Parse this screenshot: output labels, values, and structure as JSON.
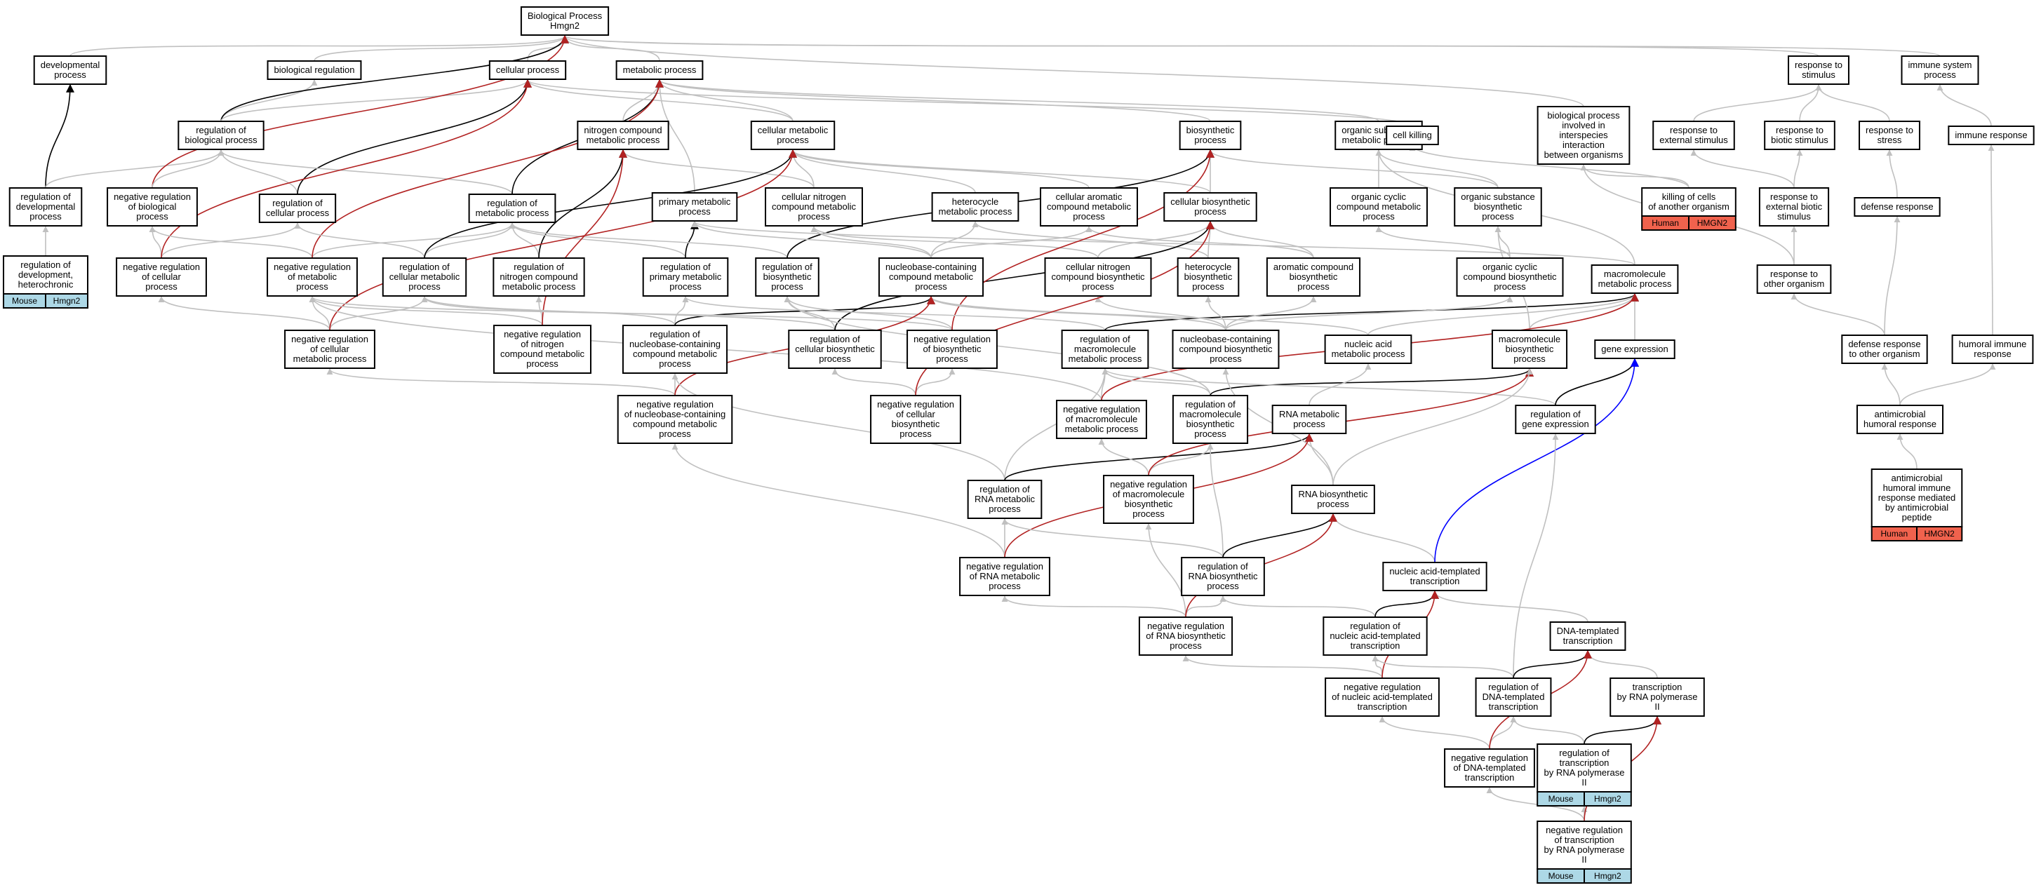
{
  "colors": {
    "gray": "#c0c0c0",
    "black": "#000000",
    "red": "#b22222",
    "blue": "#0000ff",
    "mouse_badge": "#add8e6",
    "human_badge": "#f0624d"
  },
  "nodes": {
    "bp": {
      "lines": [
        "Biological Process",
        "Hmgn2"
      ]
    },
    "dev": {
      "lines": [
        "developmental",
        "process"
      ]
    },
    "bioreg": {
      "lines": [
        "biological regulation"
      ]
    },
    "cellproc": {
      "lines": [
        "cellular process"
      ]
    },
    "metab": {
      "lines": [
        "metabolic process"
      ]
    },
    "resp": {
      "lines": [
        "response to",
        "stimulus"
      ]
    },
    "immsys": {
      "lines": [
        "immune system",
        "process"
      ]
    },
    "regbio": {
      "lines": [
        "regulation of",
        "biological process"
      ]
    },
    "ncmp": {
      "lines": [
        "nitrogen compound",
        "metabolic process"
      ]
    },
    "cmp": {
      "lines": [
        "cellular metabolic",
        "process"
      ]
    },
    "biosyn": {
      "lines": [
        "biosynthetic",
        "process"
      ]
    },
    "osmp": {
      "lines": [
        "organic substance",
        "metabolic process"
      ]
    },
    "cellkill": {
      "lines": [
        "cell killing"
      ]
    },
    "interspec": {
      "lines": [
        "biological process",
        "involved in",
        "interspecies",
        "interaction",
        "between organisms"
      ]
    },
    "respext": {
      "lines": [
        "response to",
        "external stimulus"
      ]
    },
    "respbio": {
      "lines": [
        "response to",
        "biotic stimulus"
      ]
    },
    "respstress": {
      "lines": [
        "response to",
        "stress"
      ]
    },
    "immresp": {
      "lines": [
        "immune response"
      ]
    },
    "regdev": {
      "lines": [
        "regulation of",
        "developmental",
        "process"
      ]
    },
    "negregbio": {
      "lines": [
        "negative regulation",
        "of biological",
        "process"
      ]
    },
    "regcell": {
      "lines": [
        "regulation of",
        "cellular process"
      ]
    },
    "regmet": {
      "lines": [
        "regulation of",
        "metabolic process"
      ]
    },
    "pmp": {
      "lines": [
        "primary metabolic",
        "process"
      ]
    },
    "cncmp": {
      "lines": [
        "cellular nitrogen",
        "compound metabolic",
        "process"
      ]
    },
    "hmp": {
      "lines": [
        "heterocycle",
        "metabolic process"
      ]
    },
    "cacmp": {
      "lines": [
        "cellular aromatic",
        "compound metabolic",
        "process"
      ]
    },
    "cbp": {
      "lines": [
        "cellular biosynthetic",
        "process"
      ]
    },
    "occmp": {
      "lines": [
        "organic cyclic",
        "compound metabolic",
        "process"
      ]
    },
    "osbp": {
      "lines": [
        "organic substance",
        "biosynthetic",
        "process"
      ]
    },
    "killcells": {
      "lines": [
        "killing of cells",
        "of another organism"
      ],
      "badge": [
        "Human",
        "HMGN2"
      ],
      "badge_kind": "human"
    },
    "respextbio": {
      "lines": [
        "response to",
        "external biotic",
        "stimulus"
      ]
    },
    "defresp": {
      "lines": [
        "defense response"
      ]
    },
    "regdevhet": {
      "lines": [
        "regulation of",
        "development,",
        "heterochronic"
      ],
      "badge": [
        "Mouse",
        "Hmgn2"
      ],
      "badge_kind": "mouse"
    },
    "negregcell": {
      "lines": [
        "negative regulation",
        "of cellular",
        "process"
      ]
    },
    "negregmet": {
      "lines": [
        "negative regulation",
        "of metabolic",
        "process"
      ]
    },
    "regcellmet": {
      "lines": [
        "regulation of",
        "cellular metabolic",
        "process"
      ]
    },
    "regncmp": {
      "lines": [
        "regulation of",
        "nitrogen compound",
        "metabolic process"
      ]
    },
    "regpmp": {
      "lines": [
        "regulation of",
        "primary metabolic",
        "process"
      ]
    },
    "regbiosyn": {
      "lines": [
        "regulation of",
        "biosynthetic",
        "process"
      ]
    },
    "nbcmp": {
      "lines": [
        "nucleobase-containing",
        "compound metabolic",
        "process"
      ]
    },
    "cncbp": {
      "lines": [
        "cellular nitrogen",
        "compound biosynthetic",
        "process"
      ]
    },
    "hbp": {
      "lines": [
        "heterocycle",
        "biosynthetic",
        "process"
      ]
    },
    "acbp": {
      "lines": [
        "aromatic compound",
        "biosynthetic",
        "process"
      ]
    },
    "occbp": {
      "lines": [
        "organic cyclic",
        "compound biosynthetic",
        "process"
      ]
    },
    "macmp": {
      "lines": [
        "macromolecule",
        "metabolic process"
      ]
    },
    "respother": {
      "lines": [
        "response to",
        "other organism"
      ]
    },
    "negregcellmet": {
      "lines": [
        "negative regulation",
        "of cellular",
        "metabolic process"
      ]
    },
    "negregncmp": {
      "lines": [
        "negative regulation",
        "of nitrogen",
        "compound metabolic",
        "process"
      ]
    },
    "regnbcmp": {
      "lines": [
        "regulation of",
        "nucleobase-containing",
        "compound metabolic",
        "process"
      ]
    },
    "regcbp": {
      "lines": [
        "regulation of",
        "cellular biosynthetic",
        "process"
      ]
    },
    "negregbiosyn": {
      "lines": [
        "negative regulation",
        "of biosynthetic",
        "process"
      ]
    },
    "regmacmp": {
      "lines": [
        "regulation of",
        "macromolecule",
        "metabolic process"
      ]
    },
    "nbcbp": {
      "lines": [
        "nucleobase-containing",
        "compound biosynthetic",
        "process"
      ]
    },
    "namp": {
      "lines": [
        "nucleic acid",
        "metabolic process"
      ]
    },
    "mbp": {
      "lines": [
        "macromolecule",
        "biosynthetic",
        "process"
      ]
    },
    "geneexp": {
      "lines": [
        "gene expression"
      ]
    },
    "defother": {
      "lines": [
        "defense response",
        "to other organism"
      ]
    },
    "humoral": {
      "lines": [
        "humoral immune",
        "response"
      ]
    },
    "negregnbcmp": {
      "lines": [
        "negative regulation",
        "of nucleobase-containing",
        "compound metabolic",
        "process"
      ]
    },
    "negregcbp": {
      "lines": [
        "negative regulation",
        "of cellular",
        "biosynthetic",
        "process"
      ]
    },
    "negregmacmp": {
      "lines": [
        "negative regulation",
        "of macromolecule",
        "metabolic process"
      ]
    },
    "regmbp": {
      "lines": [
        "regulation of",
        "macromolecule",
        "biosynthetic",
        "process"
      ]
    },
    "rnamp": {
      "lines": [
        "RNA metabolic",
        "process"
      ]
    },
    "reggeneexp": {
      "lines": [
        "regulation of",
        "gene expression"
      ]
    },
    "antimicro": {
      "lines": [
        "antimicrobial",
        "humoral response"
      ]
    },
    "regrnamp": {
      "lines": [
        "regulation of",
        "RNA metabolic",
        "process"
      ]
    },
    "negregmbp": {
      "lines": [
        "negative regulation",
        "of macromolecule",
        "biosynthetic",
        "process"
      ]
    },
    "rnabp": {
      "lines": [
        "RNA biosynthetic",
        "process"
      ]
    },
    "antimicropep": {
      "lines": [
        "antimicrobial",
        "humoral immune",
        "response mediated",
        "by antimicrobial",
        "peptide"
      ],
      "badge": [
        "Human",
        "HMGN2"
      ],
      "badge_kind": "human"
    },
    "negregrnamp": {
      "lines": [
        "negative regulation",
        "of RNA metabolic",
        "process"
      ]
    },
    "regrnabp": {
      "lines": [
        "regulation of",
        "RNA biosynthetic",
        "process"
      ]
    },
    "natt": {
      "lines": [
        "nucleic acid-templated",
        "transcription"
      ]
    },
    "negregrnabp": {
      "lines": [
        "negative regulation",
        "of RNA biosynthetic",
        "process"
      ]
    },
    "regnatt": {
      "lines": [
        "regulation of",
        "nucleic acid-templated",
        "transcription"
      ]
    },
    "dtt": {
      "lines": [
        "DNA-templated",
        "transcription"
      ]
    },
    "negregnatt": {
      "lines": [
        "negative regulation",
        "of nucleic acid-templated",
        "transcription"
      ]
    },
    "regdtt": {
      "lines": [
        "regulation of",
        "DNA-templated",
        "transcription"
      ]
    },
    "trnap2": {
      "lines": [
        "transcription",
        "by RNA polymerase",
        "II"
      ]
    },
    "negregdtt": {
      "lines": [
        "negative regulation",
        "of DNA-templated",
        "transcription"
      ]
    },
    "regtrnap2": {
      "lines": [
        "regulation of",
        "transcription",
        "by RNA polymerase",
        "II"
      ],
      "badge": [
        "Mouse",
        "Hmgn2"
      ],
      "badge_kind": "mouse"
    },
    "negregtrnap2": {
      "lines": [
        "negative regulation",
        "of transcription",
        "by RNA polymerase",
        "II"
      ],
      "badge": [
        "Mouse",
        "Hmgn2"
      ],
      "badge_kind": "mouse"
    }
  },
  "edges": [
    [
      "dev",
      "bp",
      "gray"
    ],
    [
      "bioreg",
      "bp",
      "gray"
    ],
    [
      "cellproc",
      "bp",
      "gray"
    ],
    [
      "metab",
      "bp",
      "gray"
    ],
    [
      "resp",
      "bp",
      "gray"
    ],
    [
      "immsys",
      "bp",
      "gray"
    ],
    [
      "regbio",
      "bioreg",
      "gray"
    ],
    [
      "regbio",
      "bp",
      "black"
    ],
    [
      "regbio",
      "cellproc",
      "gray"
    ],
    [
      "ncmp",
      "metab",
      "gray"
    ],
    [
      "cmp",
      "metab",
      "gray"
    ],
    [
      "cmp",
      "cellproc",
      "gray"
    ],
    [
      "biosyn",
      "metab",
      "gray"
    ],
    [
      "osmp",
      "metab",
      "gray"
    ],
    [
      "cellkill",
      "cellproc",
      "gray"
    ],
    [
      "interspec",
      "bp",
      "gray"
    ],
    [
      "respext",
      "resp",
      "gray"
    ],
    [
      "respbio",
      "resp",
      "gray"
    ],
    [
      "respstress",
      "resp",
      "gray"
    ],
    [
      "immresp",
      "immsys",
      "gray"
    ],
    [
      "regdev",
      "dev",
      "black"
    ],
    [
      "regdev",
      "regbio",
      "gray"
    ],
    [
      "negregbio",
      "bp",
      "red"
    ],
    [
      "negregbio",
      "regbio",
      "gray"
    ],
    [
      "regcell",
      "regbio",
      "gray"
    ],
    [
      "regcell",
      "cellproc",
      "black"
    ],
    [
      "regmet",
      "regbio",
      "gray"
    ],
    [
      "regmet",
      "metab",
      "black"
    ],
    [
      "pmp",
      "metab",
      "gray"
    ],
    [
      "cncmp",
      "ncmp",
      "gray"
    ],
    [
      "cncmp",
      "cmp",
      "gray"
    ],
    [
      "hmp",
      "cmp",
      "gray"
    ],
    [
      "cacmp",
      "cmp",
      "gray"
    ],
    [
      "cbp",
      "biosyn",
      "gray"
    ],
    [
      "cbp",
      "cmp",
      "gray"
    ],
    [
      "occmp",
      "osmp",
      "gray"
    ],
    [
      "osbp",
      "osmp",
      "gray"
    ],
    [
      "osbp",
      "biosyn",
      "gray"
    ],
    [
      "killcells",
      "cellkill",
      "gray"
    ],
    [
      "killcells",
      "interspec",
      "gray"
    ],
    [
      "respextbio",
      "respext",
      "gray"
    ],
    [
      "respextbio",
      "respbio",
      "gray"
    ],
    [
      "defresp",
      "respstress",
      "gray"
    ],
    [
      "regdevhet",
      "regdev",
      "gray"
    ],
    [
      "negregcell",
      "regcell",
      "gray"
    ],
    [
      "negregcell",
      "negregbio",
      "gray"
    ],
    [
      "negregcell",
      "cellproc",
      "red"
    ],
    [
      "negregmet",
      "regmet",
      "gray"
    ],
    [
      "negregmet",
      "negregbio",
      "gray"
    ],
    [
      "negregmet",
      "metab",
      "red"
    ],
    [
      "regcellmet",
      "regmet",
      "gray"
    ],
    [
      "regcellmet",
      "regcell",
      "gray"
    ],
    [
      "regcellmet",
      "cmp",
      "black"
    ],
    [
      "regncmp",
      "regmet",
      "gray"
    ],
    [
      "regncmp",
      "ncmp",
      "black"
    ],
    [
      "regpmp",
      "regmet",
      "gray"
    ],
    [
      "regpmp",
      "pmp",
      "black"
    ],
    [
      "regbiosyn",
      "regmet",
      "gray"
    ],
    [
      "regbiosyn",
      "biosyn",
      "black"
    ],
    [
      "nbcmp",
      "cncmp",
      "gray"
    ],
    [
      "nbcmp",
      "hmp",
      "gray"
    ],
    [
      "nbcmp",
      "cacmp",
      "gray"
    ],
    [
      "nbcmp",
      "pmp",
      "gray"
    ],
    [
      "cncbp",
      "cbp",
      "gray"
    ],
    [
      "cncbp",
      "cncmp",
      "gray"
    ],
    [
      "hbp",
      "cbp",
      "gray"
    ],
    [
      "hbp",
      "hmp",
      "gray"
    ],
    [
      "acbp",
      "cbp",
      "gray"
    ],
    [
      "acbp",
      "cacmp",
      "gray"
    ],
    [
      "occbp",
      "occmp",
      "gray"
    ],
    [
      "occbp",
      "osbp",
      "gray"
    ],
    [
      "macmp",
      "pmp",
      "gray"
    ],
    [
      "macmp",
      "osmp",
      "gray"
    ],
    [
      "respother",
      "respextbio",
      "gray"
    ],
    [
      "respother",
      "interspec",
      "gray"
    ],
    [
      "negregcellmet",
      "regcellmet",
      "gray"
    ],
    [
      "negregcellmet",
      "negregmet",
      "gray"
    ],
    [
      "negregcellmet",
      "negregcell",
      "gray"
    ],
    [
      "negregcellmet",
      "cmp",
      "red"
    ],
    [
      "negregncmp",
      "regncmp",
      "gray"
    ],
    [
      "negregncmp",
      "negregmet",
      "gray"
    ],
    [
      "negregncmp",
      "ncmp",
      "red"
    ],
    [
      "regnbcmp",
      "regcellmet",
      "gray"
    ],
    [
      "regnbcmp",
      "regpmp",
      "gray"
    ],
    [
      "regnbcmp",
      "nbcmp",
      "black"
    ],
    [
      "regcbp",
      "regbiosyn",
      "gray"
    ],
    [
      "regcbp",
      "regcellmet",
      "gray"
    ],
    [
      "regcbp",
      "cbp",
      "black"
    ],
    [
      "negregbiosyn",
      "regbiosyn",
      "gray"
    ],
    [
      "negregbiosyn",
      "negregmet",
      "gray"
    ],
    [
      "negregbiosyn",
      "biosyn",
      "red"
    ],
    [
      "regmacmp",
      "regpmp",
      "gray"
    ],
    [
      "regmacmp",
      "macmp",
      "black"
    ],
    [
      "nbcbp",
      "nbcmp",
      "gray"
    ],
    [
      "nbcbp",
      "cncbp",
      "gray"
    ],
    [
      "nbcbp",
      "hbp",
      "gray"
    ],
    [
      "nbcbp",
      "acbp",
      "gray"
    ],
    [
      "nbcbp",
      "occbp",
      "gray"
    ],
    [
      "namp",
      "nbcmp",
      "gray"
    ],
    [
      "namp",
      "macmp",
      "gray"
    ],
    [
      "mbp",
      "macmp",
      "gray"
    ],
    [
      "mbp",
      "osbp",
      "gray"
    ],
    [
      "geneexp",
      "macmp",
      "gray"
    ],
    [
      "defother",
      "defresp",
      "gray"
    ],
    [
      "defother",
      "respother",
      "gray"
    ],
    [
      "humoral",
      "immresp",
      "gray"
    ],
    [
      "negregnbcmp",
      "regnbcmp",
      "gray"
    ],
    [
      "negregnbcmp",
      "negregcellmet",
      "gray"
    ],
    [
      "negregnbcmp",
      "nbcmp",
      "red"
    ],
    [
      "negregcbp",
      "regcbp",
      "gray"
    ],
    [
      "negregcbp",
      "negregbiosyn",
      "gray"
    ],
    [
      "negregcbp",
      "cbp",
      "red"
    ],
    [
      "negregmacmp",
      "regmacmp",
      "gray"
    ],
    [
      "negregmacmp",
      "negregmet",
      "gray"
    ],
    [
      "negregmacmp",
      "macmp",
      "red"
    ],
    [
      "regmbp",
      "regmacmp",
      "gray"
    ],
    [
      "regmbp",
      "regbiosyn",
      "gray"
    ],
    [
      "regmbp",
      "mbp",
      "black"
    ],
    [
      "rnamp",
      "namp",
      "gray"
    ],
    [
      "reggeneexp",
      "regmacmp",
      "gray"
    ],
    [
      "reggeneexp",
      "geneexp",
      "black"
    ],
    [
      "antimicro",
      "defother",
      "gray"
    ],
    [
      "antimicro",
      "humoral",
      "gray"
    ],
    [
      "regrnamp",
      "regnbcmp",
      "gray"
    ],
    [
      "regrnamp",
      "regmacmp",
      "gray"
    ],
    [
      "regrnamp",
      "rnamp",
      "black"
    ],
    [
      "negregmbp",
      "regmbp",
      "gray"
    ],
    [
      "negregmbp",
      "negregmacmp",
      "gray"
    ],
    [
      "negregmbp",
      "mbp",
      "red"
    ],
    [
      "rnabp",
      "rnamp",
      "gray"
    ],
    [
      "rnabp",
      "nbcbp",
      "gray"
    ],
    [
      "rnabp",
      "mbp",
      "gray"
    ],
    [
      "antimicropep",
      "antimicro",
      "gray"
    ],
    [
      "negregrnamp",
      "regrnamp",
      "gray"
    ],
    [
      "negregrnamp",
      "negregnbcmp",
      "gray"
    ],
    [
      "negregrnamp",
      "rnamp",
      "red"
    ],
    [
      "regrnabp",
      "regrnamp",
      "gray"
    ],
    [
      "regrnabp",
      "regmbp",
      "gray"
    ],
    [
      "regrnabp",
      "rnabp",
      "black"
    ],
    [
      "natt",
      "rnabp",
      "gray"
    ],
    [
      "natt",
      "geneexp",
      "blue"
    ],
    [
      "negregrnabp",
      "regrnabp",
      "gray"
    ],
    [
      "negregrnabp",
      "negregmbp",
      "gray"
    ],
    [
      "negregrnabp",
      "negregrnamp",
      "gray"
    ],
    [
      "negregrnabp",
      "rnabp",
      "red"
    ],
    [
      "regnatt",
      "regrnabp",
      "gray"
    ],
    [
      "regnatt",
      "natt",
      "black"
    ],
    [
      "dtt",
      "natt",
      "gray"
    ],
    [
      "negregnatt",
      "regnatt",
      "gray"
    ],
    [
      "negregnatt",
      "negregrnabp",
      "gray"
    ],
    [
      "negregnatt",
      "natt",
      "red"
    ],
    [
      "regdtt",
      "regnatt",
      "gray"
    ],
    [
      "regdtt",
      "reggeneexp",
      "gray"
    ],
    [
      "regdtt",
      "dtt",
      "black"
    ],
    [
      "trnap2",
      "dtt",
      "gray"
    ],
    [
      "negregdtt",
      "regdtt",
      "gray"
    ],
    [
      "negregdtt",
      "negregnatt",
      "gray"
    ],
    [
      "negregdtt",
      "dtt",
      "red"
    ],
    [
      "regtrnap2",
      "regdtt",
      "gray"
    ],
    [
      "regtrnap2",
      "trnap2",
      "black"
    ],
    [
      "negregtrnap2",
      "regtrnap2",
      "gray"
    ],
    [
      "negregtrnap2",
      "negregdtt",
      "gray"
    ],
    [
      "negregtrnap2",
      "trnap2",
      "red"
    ]
  ]
}
